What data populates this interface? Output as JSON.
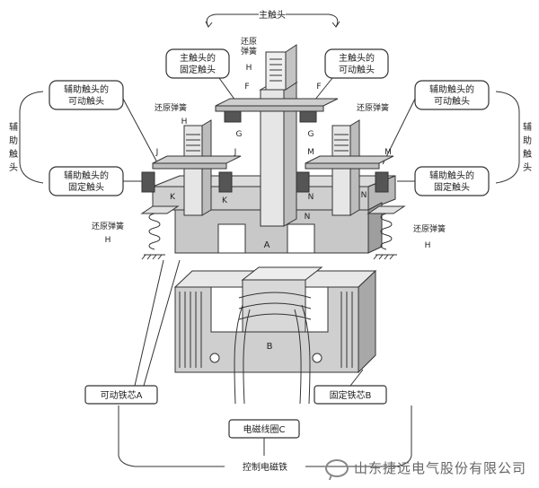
{
  "labels": {
    "main_contact": "主触头",
    "main_fixed": [
      "主触头的",
      "固定触头"
    ],
    "main_moving": [
      "主触头的",
      "可动触头"
    ],
    "aux_moving_left": [
      "辅助触头的",
      "可动触头"
    ],
    "aux_fixed_left": [
      "辅助触头的",
      "固定触头"
    ],
    "aux_moving_right": [
      "辅助触头的",
      "可动触头"
    ],
    "aux_fixed_right": [
      "辅助触头的",
      "固定触头"
    ],
    "aux_contact_left": [
      "辅",
      "助",
      "触",
      "头"
    ],
    "aux_contact_right": [
      "辅",
      "助",
      "触",
      "头"
    ],
    "return_spring_top": [
      "还原",
      "弹簧"
    ],
    "return_spring_left_top": "还原弹簧",
    "return_spring_right_top": "还原弹簧",
    "return_spring_left_bottom": "还原弹簧",
    "return_spring_right_bottom": "还原弹簧",
    "moving_core": "可动铁芯A",
    "fixed_core": "固定铁芯B",
    "coil": "电磁线圈C",
    "control_coil": "控制电磁铁",
    "letters": {
      "H": "H",
      "F": "F",
      "G": "G",
      "J": "J",
      "K": "K",
      "M": "M",
      "N": "N",
      "A": "A",
      "B": "B"
    }
  },
  "watermark": "山东捷远电气股份有限公司"
}
